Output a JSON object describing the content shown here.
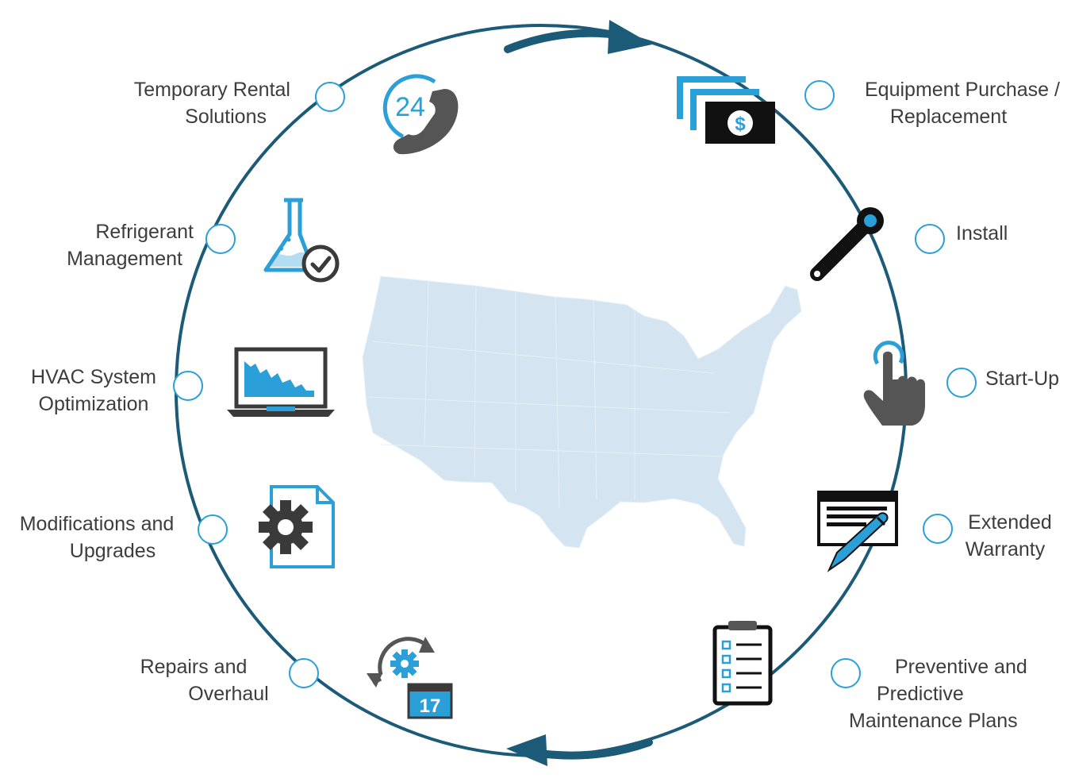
{
  "colors": {
    "ring": "#1c5b78",
    "node_stroke": "#2a9fd8",
    "map_fill": "#d4e5f1",
    "icon_blue": "#2a9fd8",
    "icon_dark": "#3a3a3a",
    "text": "#3d3d3d"
  },
  "nodes": [
    {
      "id": "temporary-rental",
      "lines": [
        "Temporary Rental",
        "Solutions"
      ],
      "icon": "24-hour-phone-icon"
    },
    {
      "id": "equipment-purchase",
      "lines": [
        "Equipment Purchase /",
        "Replacement"
      ],
      "icon": "money-bills-icon"
    },
    {
      "id": "refrigerant",
      "lines": [
        "Refrigerant",
        "Management"
      ],
      "icon": "flask-check-icon"
    },
    {
      "id": "install",
      "lines": [
        "Install"
      ],
      "icon": "wrench-icon"
    },
    {
      "id": "hvac-optimization",
      "lines": [
        "HVAC System",
        "Optimization"
      ],
      "icon": "laptop-chart-icon"
    },
    {
      "id": "start-up",
      "lines": [
        "Start-Up"
      ],
      "icon": "hand-touch-icon"
    },
    {
      "id": "modifications",
      "lines": [
        "Modifications and",
        "Upgrades"
      ],
      "icon": "gear-document-icon"
    },
    {
      "id": "extended-warranty",
      "lines": [
        "Extended",
        "Warranty"
      ],
      "icon": "contract-pen-icon"
    },
    {
      "id": "repairs",
      "lines": [
        "Repairs and",
        "Overhaul"
      ],
      "icon": "gear-calendar-icon"
    },
    {
      "id": "preventive",
      "lines": [
        "Preventive and",
        "Predictive",
        "Maintenance Plans"
      ],
      "icon": "clipboard-checklist-icon"
    }
  ],
  "icon_texts": {
    "phone_hours": "24",
    "calendar_day": "17",
    "currency": "$"
  },
  "map": {
    "icon": "united-states-map-icon"
  },
  "arrows": {
    "top": "clockwise-arrow-icon",
    "bottom": "clockwise-arrow-icon"
  }
}
